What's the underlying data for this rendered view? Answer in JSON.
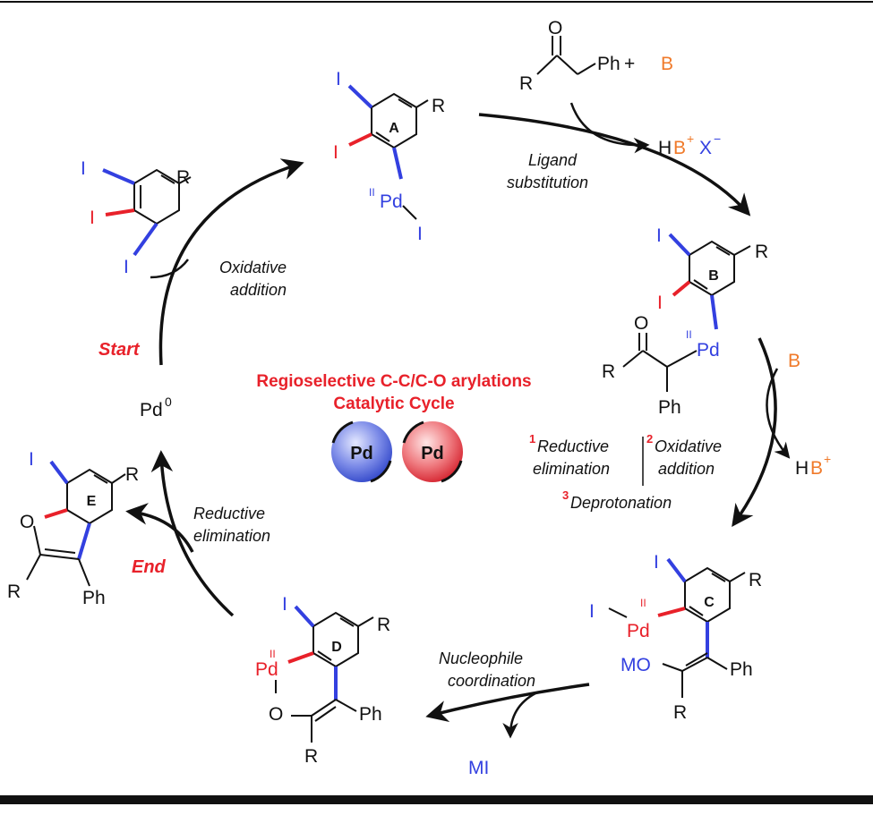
{
  "colors": {
    "black": "#111111",
    "red": "#e8212a",
    "blue": "#3340e0",
    "orange": "#f07a2a",
    "pd_blue": "#3f56d6",
    "pd_red": "#e0303c"
  },
  "title": {
    "line1": "Regioselective C-C/C-O arylations",
    "line2": "Catalytic Cycle"
  },
  "pd_badges": [
    "Pd",
    "Pd"
  ],
  "labels": {
    "ligand": [
      "Ligand",
      "substitution"
    ],
    "oxidative": [
      "Oxidative",
      "addition"
    ],
    "reductive": [
      "Reductive",
      "elimination"
    ],
    "nucleophile": [
      "Nucleophile",
      "coordination"
    ],
    "start": "Start",
    "end": "End",
    "pd0": "Pd",
    "pd0_sup": "0"
  },
  "steps": {
    "n1": "1",
    "t1a": "Reductive",
    "t1b": "elimination",
    "n2": "2",
    "t2a": "Oxidative",
    "t2b": "addition",
    "n3": "3",
    "t3": "Deprotonation"
  },
  "reagents": {
    "phenyl": "Ph",
    "plus": "+",
    "base": "B",
    "byproduct_h": "H",
    "byproduct_b": "B",
    "plus_sup": "+",
    "x": "X",
    "minus_sup": "−",
    "base2": "B",
    "hbplus_h": "H",
    "hbplus_b": "B",
    "hbplus_sup": "+",
    "mi": "MI"
  },
  "atoms": {
    "I": "I",
    "R": "R",
    "O": "O",
    "Pd": "Pd",
    "Ph": "Ph",
    "MO": "MO",
    "ox2": "II"
  },
  "ring_labels": [
    "A",
    "B",
    "C",
    "D",
    "E"
  ]
}
